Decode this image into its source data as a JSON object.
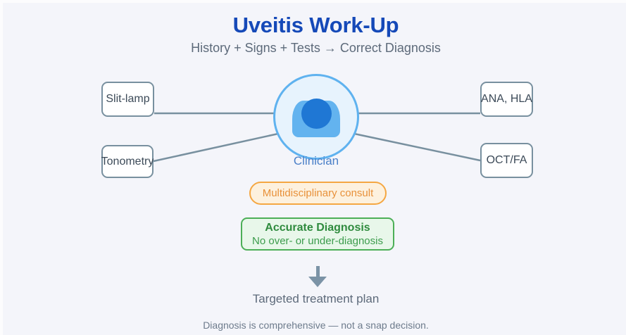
{
  "header": {
    "title": "Uveitis Work-Up",
    "subtitle": "History + Signs + Tests → Correct Diagnosis"
  },
  "hub": {
    "label": "Clinician",
    "icon": "clinician-person-icon",
    "circle_fill": "#e7f3fd",
    "circle_border": "#5fb2ef",
    "body_color": "#63b3ef",
    "head_color": "#1f77d4"
  },
  "nodes": [
    {
      "id": "slit-lamp",
      "label": "Slit-lamp",
      "side": "left"
    },
    {
      "id": "tonometry",
      "label": "Tonometry",
      "side": "left"
    },
    {
      "id": "ana-hla",
      "label": "ANA, HLA",
      "side": "right"
    },
    {
      "id": "oct-fa",
      "label": "OCT/FA",
      "side": "right"
    }
  ],
  "consult": {
    "label": "Multidisciplinary consult",
    "border_color": "#f5a742",
    "fill_color": "#fdf1de",
    "text_color": "#e8913a"
  },
  "diagnosis": {
    "title": "Accurate Diagnosis",
    "subtitle": "No over- or under-diagnosis",
    "border_color": "#4caf57",
    "fill_color": "#e8f7ea",
    "title_color": "#2f8b3e"
  },
  "flow": {
    "arrow": "down-arrow-icon",
    "outcome": "Targeted treatment plan"
  },
  "footnote": "Diagnosis is comprehensive — not a snap decision.",
  "theme": {
    "background": "#f4f5fa",
    "title_color": "#1549b8",
    "muted_text": "#5d6a7a",
    "connector_color": "#78909f",
    "node_border": "#78909f"
  }
}
